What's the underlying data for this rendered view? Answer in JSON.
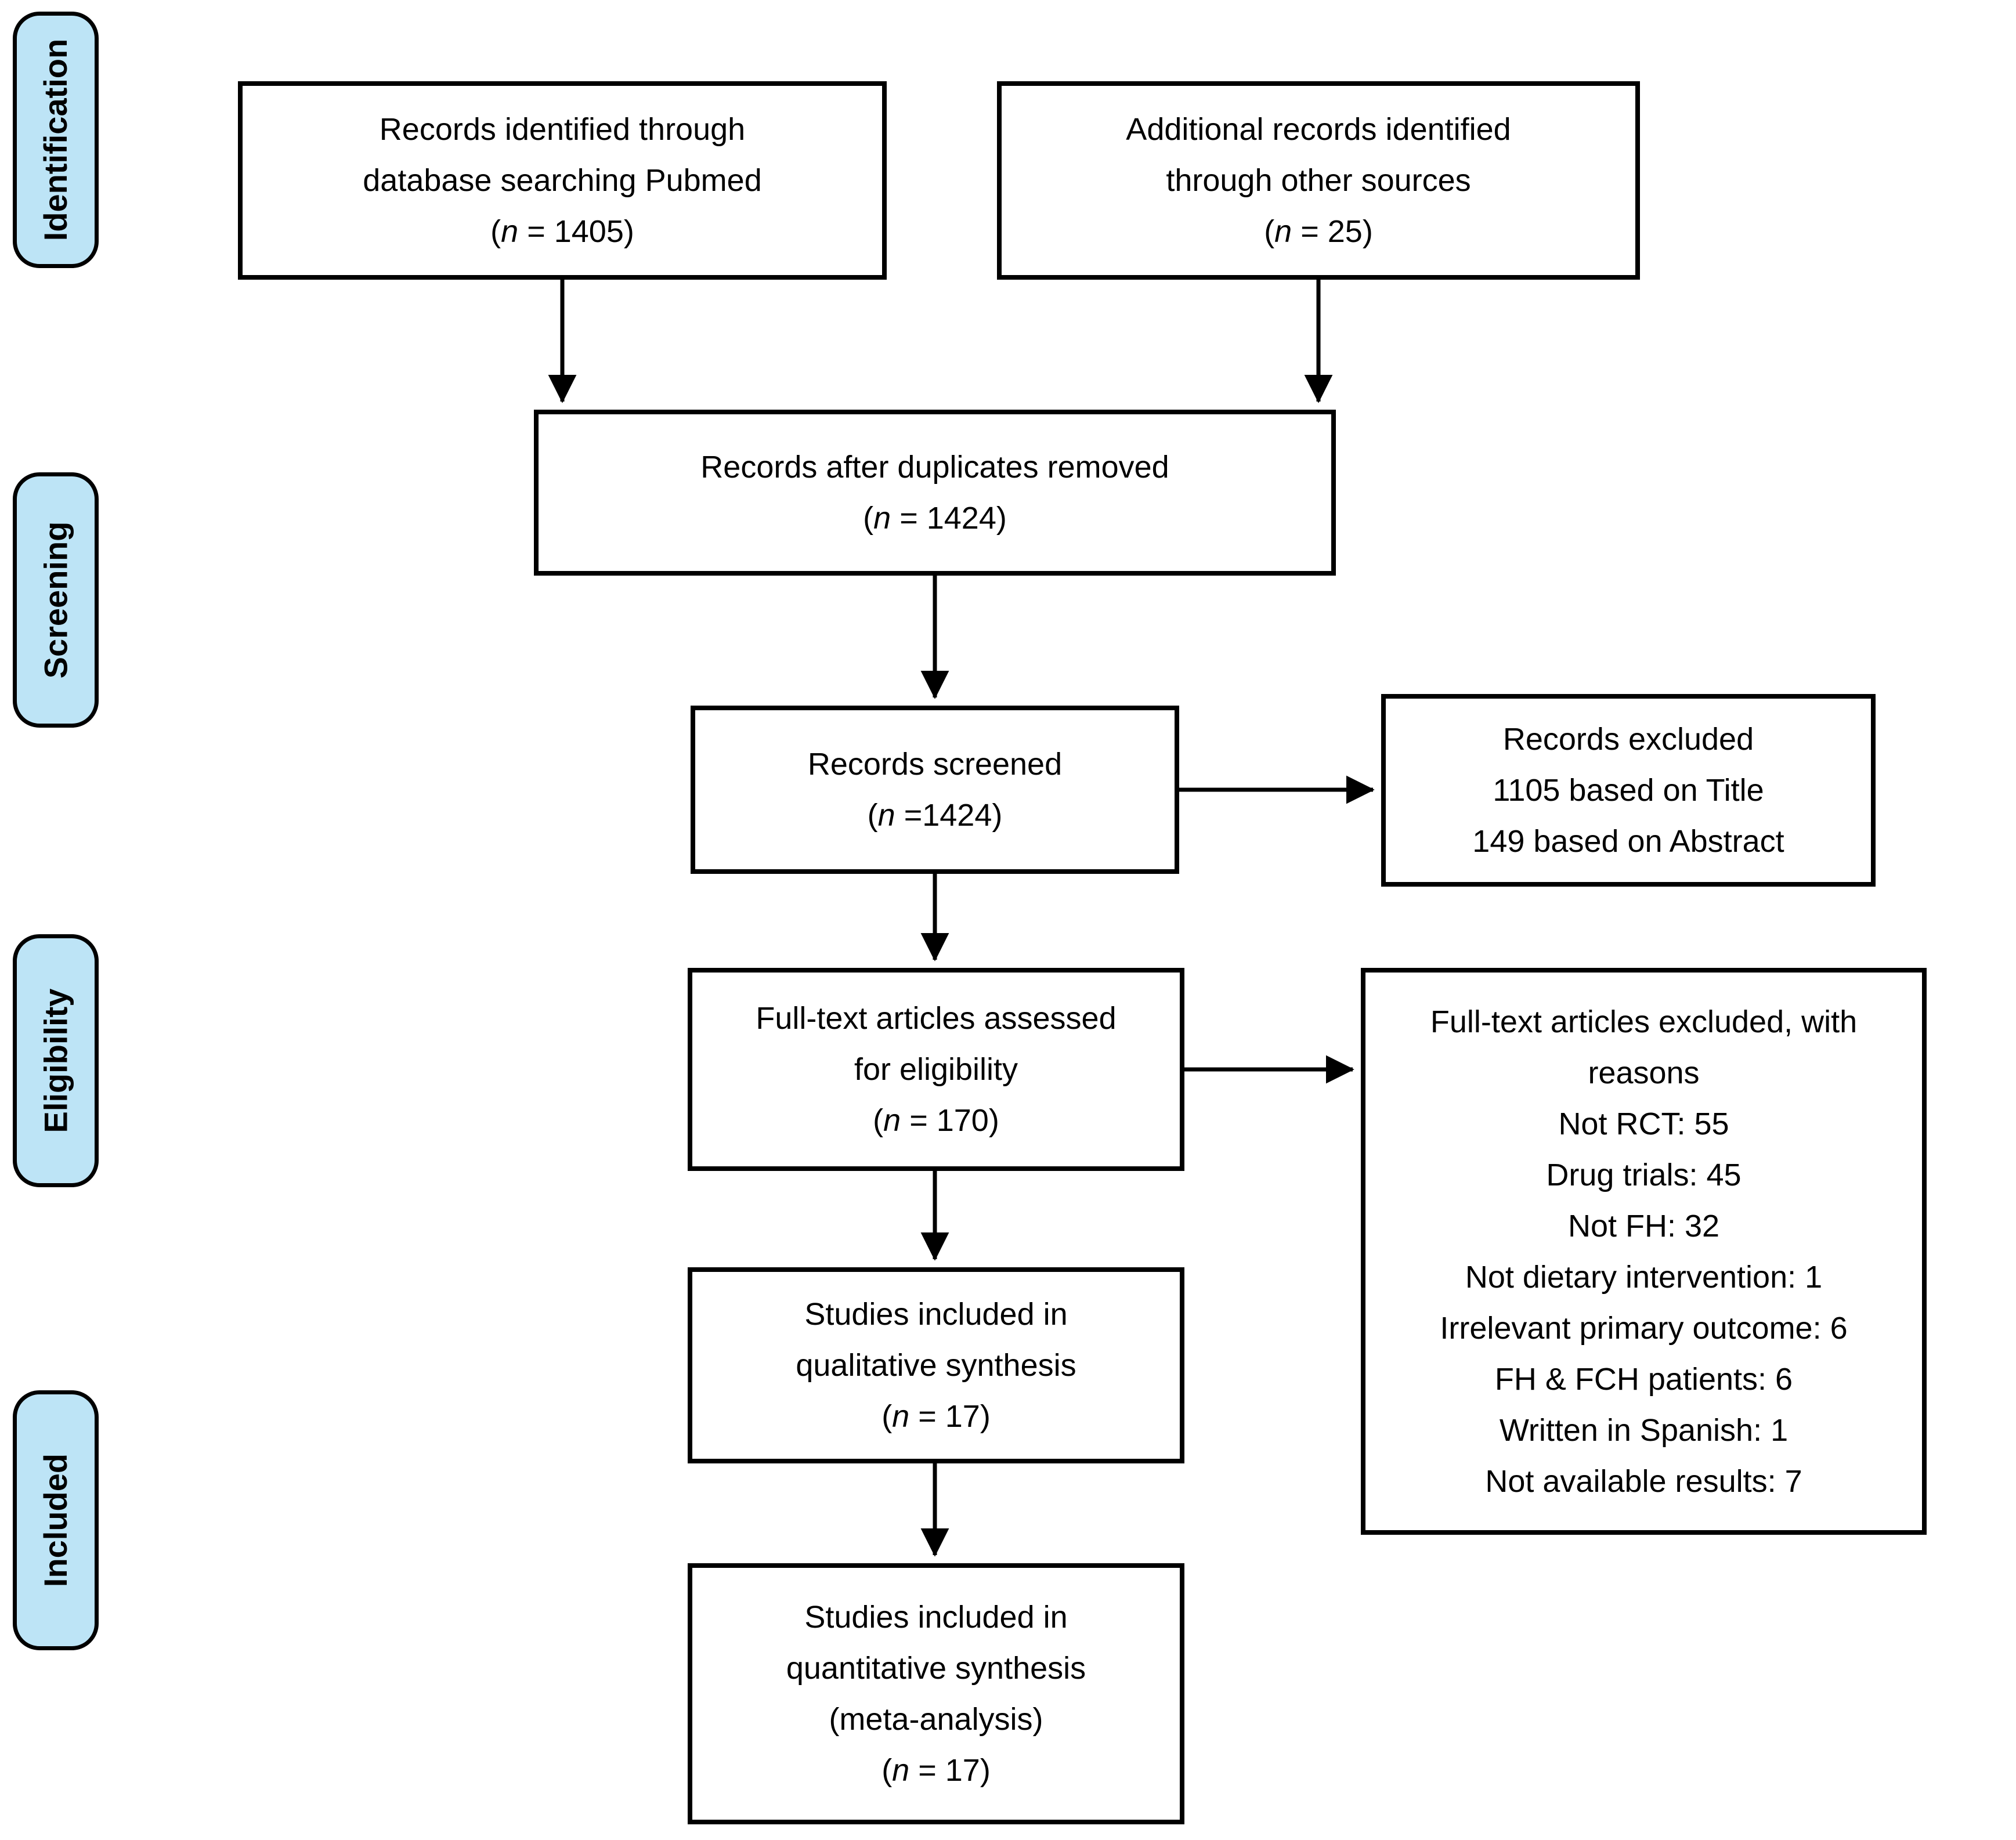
{
  "colors": {
    "background": "#ffffff",
    "box_fill": "#ffffff",
    "box_border": "#000000",
    "stage_fill": "#BDE4F6",
    "stage_border": "#000000",
    "arrow": "#000000"
  },
  "sidebar": {
    "stages": [
      {
        "label": "Identification"
      },
      {
        "label": "Screening"
      },
      {
        "label": "Eligibility"
      },
      {
        "label": "Included"
      }
    ]
  },
  "boxes": {
    "identified": {
      "lines": [
        "Records identified through",
        "database searching Pubmed"
      ],
      "n_open": "(",
      "n": "n",
      "n_rest": " = 1405)"
    },
    "additional": {
      "lines": [
        "Additional records identified",
        "through other sources"
      ],
      "n_open": "(",
      "n": "n",
      "n_rest": " = 25)"
    },
    "deduplicated": {
      "lines": [
        "Records after duplicates removed"
      ],
      "n_open": "(",
      "n": "n",
      "n_rest": " = 1424)"
    },
    "screened": {
      "lines": [
        "Records screened"
      ],
      "n_open": "(",
      "n": "n",
      "n_rest": " =1424)"
    },
    "records_excluded": {
      "title": "Records excluded",
      "reasons": [
        "1105 based on Title",
        "149 based on Abstract"
      ]
    },
    "fulltext_assessed": {
      "lines": [
        "Full-text articles assessed",
        "for eligibility"
      ],
      "n_open": "(",
      "n": "n",
      "n_rest": " = 170)"
    },
    "fulltext_excluded": {
      "title": "Full-text articles excluded, with reasons",
      "reasons": [
        "Not RCT: 55",
        "Drug trials: 45",
        "Not FH: 32",
        "Not dietary intervention: 1",
        "Irrelevant primary outcome: 6",
        "FH & FCH patients: 6",
        "Written in Spanish: 1",
        "Not available results: 7"
      ]
    },
    "qualitative": {
      "lines": [
        "Studies included in",
        "qualitative synthesis"
      ],
      "n_open": "(",
      "n": "n",
      "n_rest": " = 17)"
    },
    "quantitative": {
      "lines": [
        "Studies included in",
        "quantitative synthesis",
        "(meta-analysis)"
      ],
      "n_open": "(",
      "n": "n",
      "n_rest": " = 17)"
    }
  },
  "edges": [
    {
      "from": "identified",
      "to": "deduplicated"
    },
    {
      "from": "additional",
      "to": "deduplicated"
    },
    {
      "from": "deduplicated",
      "to": "screened"
    },
    {
      "from": "screened",
      "to": "records_excluded"
    },
    {
      "from": "screened",
      "to": "fulltext_assessed"
    },
    {
      "from": "fulltext_assessed",
      "to": "fulltext_excluded"
    },
    {
      "from": "fulltext_assessed",
      "to": "qualitative"
    },
    {
      "from": "qualitative",
      "to": "quantitative"
    }
  ]
}
